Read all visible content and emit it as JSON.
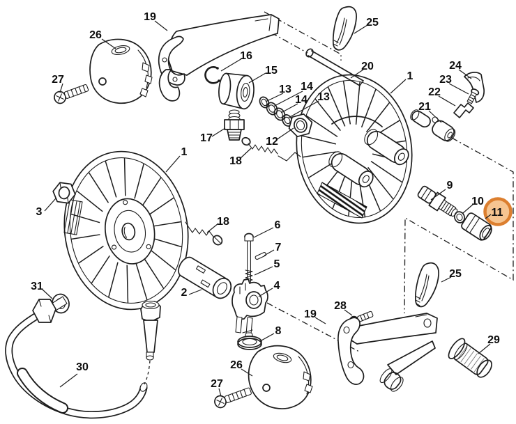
{
  "page": {
    "background": "#ffffff"
  },
  "diagram": {
    "kind": "exploded-parts-diagram",
    "line_color": "#1c1c1c",
    "highlight": {
      "label": "11",
      "ring": "#dc7f2f",
      "fill": "#f6c591"
    },
    "callouts": [
      {
        "id": "19-top",
        "label": "19"
      },
      {
        "id": "26-top",
        "label": "26"
      },
      {
        "id": "27-top",
        "label": "27"
      },
      {
        "id": "16",
        "label": "16"
      },
      {
        "id": "15",
        "label": "15"
      },
      {
        "id": "13-a",
        "label": "13"
      },
      {
        "id": "14-a",
        "label": "14"
      },
      {
        "id": "14-b",
        "label": "14"
      },
      {
        "id": "13-b",
        "label": "13"
      },
      {
        "id": "25-top",
        "label": "25"
      },
      {
        "id": "20",
        "label": "20"
      },
      {
        "id": "1-right",
        "label": "1"
      },
      {
        "id": "24",
        "label": "24"
      },
      {
        "id": "23",
        "label": "23"
      },
      {
        "id": "22",
        "label": "22"
      },
      {
        "id": "21",
        "label": "21"
      },
      {
        "id": "1-left",
        "label": "1"
      },
      {
        "id": "12",
        "label": "12"
      },
      {
        "id": "18-top",
        "label": "18"
      },
      {
        "id": "17",
        "label": "17"
      },
      {
        "id": "3",
        "label": "3"
      },
      {
        "id": "18-left",
        "label": "18"
      },
      {
        "id": "6",
        "label": "6"
      },
      {
        "id": "7",
        "label": "7"
      },
      {
        "id": "5",
        "label": "5"
      },
      {
        "id": "4",
        "label": "4"
      },
      {
        "id": "2",
        "label": "2"
      },
      {
        "id": "8",
        "label": "8"
      },
      {
        "id": "9",
        "label": "9"
      },
      {
        "id": "10",
        "label": "10"
      },
      {
        "id": "11",
        "label": "11"
      },
      {
        "id": "31",
        "label": "31"
      },
      {
        "id": "30",
        "label": "30"
      },
      {
        "id": "26-bottom",
        "label": "26"
      },
      {
        "id": "27-bottom",
        "label": "27"
      },
      {
        "id": "19-bottom",
        "label": "19"
      },
      {
        "id": "28",
        "label": "28"
      },
      {
        "id": "25-bottom",
        "label": "25"
      },
      {
        "id": "29",
        "label": "29"
      }
    ]
  }
}
